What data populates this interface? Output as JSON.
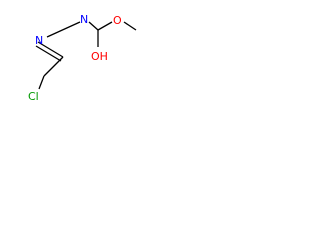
{
  "molecule": {
    "atoms": {
      "chlorine": {
        "label": "Cl",
        "color": "#009900"
      },
      "imine_nitrogen": {
        "label": "N",
        "color": "#0000ff"
      },
      "amine_nitrogen": {
        "label": "N",
        "color": "#0000ff"
      },
      "ether_oxygen": {
        "label": "O",
        "color": "#ff0000"
      },
      "hydroxyl": {
        "label": "OH",
        "color": "#ff0000"
      }
    },
    "bond_color": "#000000"
  }
}
